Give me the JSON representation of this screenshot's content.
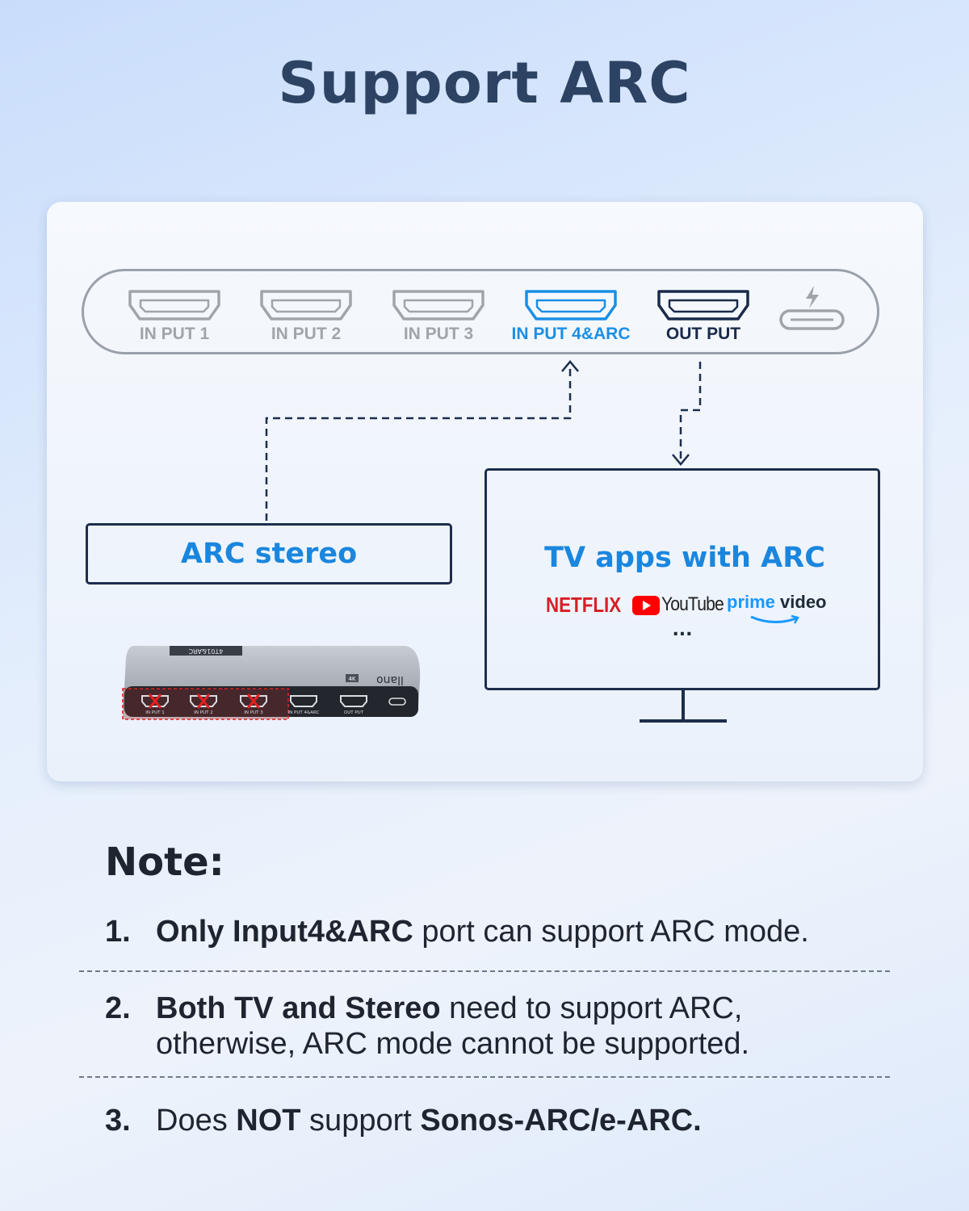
{
  "title": "Support ARC",
  "ports": [
    {
      "label": "IN PUT 1",
      "state": "inactive"
    },
    {
      "label": "IN PUT 2",
      "state": "inactive"
    },
    {
      "label": "IN PUT 3",
      "state": "inactive"
    },
    {
      "label": "IN PUT 4&ARC",
      "state": "arc"
    },
    {
      "label": "OUT PUT",
      "state": "output"
    }
  ],
  "arc_device": "ARC stereo",
  "tv": {
    "title": "TV apps with ARC",
    "apps": {
      "netflix": "NETFLIX",
      "youtube": "YouTube",
      "prime_1": "prime",
      "prime_2": " video"
    },
    "more": "..."
  },
  "device_labels": {
    "model": "4T01&ARC",
    "badge": "4K",
    "brand": "llano",
    "ports": [
      "IN PUT 1",
      "IN PUT 2",
      "IN PUT 3",
      "IN PUT 4&ARC",
      "OUT PUT"
    ]
  },
  "note": {
    "heading": "Note:",
    "items": [
      {
        "num": "1.",
        "bold": "Only Input4&ARC",
        "text": " port can support ARC mode."
      },
      {
        "num": "2.",
        "bold": "Both TV and Stereo",
        "text": " need to support ARC,",
        "line2": "otherwise, ARC mode cannot be supported."
      },
      {
        "num": "3.",
        "pre": "Does ",
        "bold1": "NOT",
        "mid": " support ",
        "bold2": "Sonos-ARC/e-ARC."
      }
    ]
  },
  "colors": {
    "accent_blue": "#1a86de",
    "navy": "#1d2d4d",
    "inactive_gray": "#a0a4ab",
    "netflix_red": "#d81f26"
  }
}
